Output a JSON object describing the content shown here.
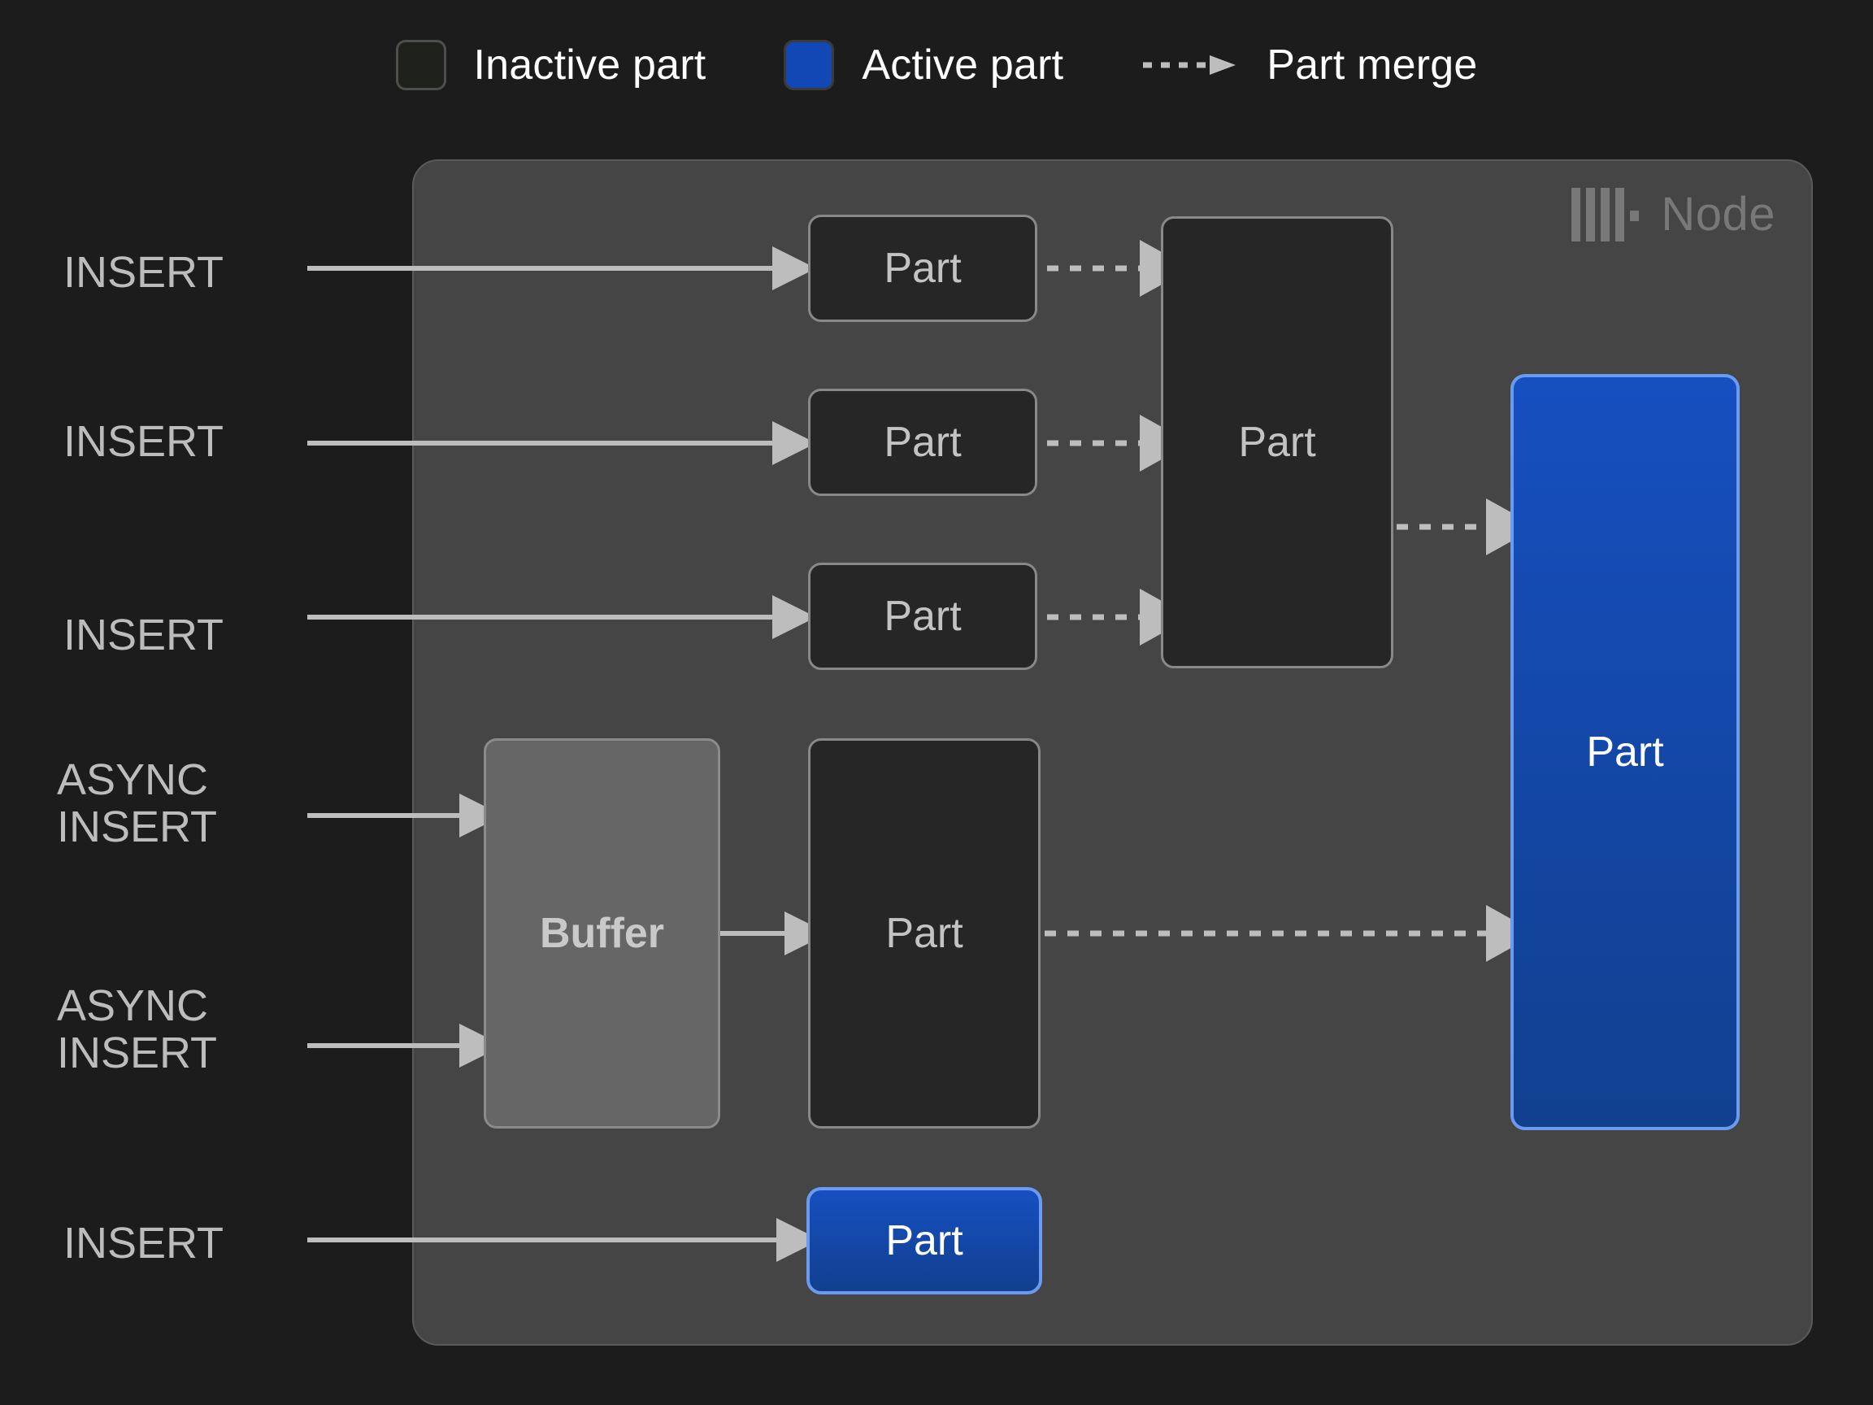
{
  "legend": {
    "items": [
      {
        "icon": "square-outline-icon",
        "label": "Inactive part",
        "color": "#1f211d"
      },
      {
        "icon": "square-filled-icon",
        "label": "Active part",
        "color": "#1248b5"
      },
      {
        "icon": "dashed-arrow-icon",
        "label": "Part merge",
        "color": "#bdbdbd"
      }
    ]
  },
  "node": {
    "title": "Node",
    "logo": "clickhouse-logo-icon",
    "panel_color": "#454545"
  },
  "operations": [
    {
      "id": "insert-1",
      "text": "INSERT"
    },
    {
      "id": "insert-2",
      "text": "INSERT"
    },
    {
      "id": "insert-3",
      "text": "INSERT"
    },
    {
      "id": "async-insert-1",
      "text": "ASYNC\nINSERT"
    },
    {
      "id": "async-insert-2",
      "text": "ASYNC\nINSERT"
    },
    {
      "id": "insert-4",
      "text": "INSERT"
    }
  ],
  "boxes": {
    "part_col1_row1": "Part",
    "part_col1_row2": "Part",
    "part_col1_row3": "Part",
    "part_merged_col2": "Part",
    "buffer": "Buffer",
    "part_buffer_out": "Part",
    "part_active_large": "Part",
    "part_active_small": "Part"
  },
  "colors": {
    "background": "#1c1c1c",
    "panel": "#454545",
    "inactive_part_fill": "#262626",
    "inactive_part_border": "#888888",
    "buffer_fill": "#666666",
    "active_part_fill": "#1248b5",
    "active_part_border": "#6b9bf0",
    "arrow": "#bdbdbd",
    "text_muted": "#bcbcbc",
    "node_label": "#787878"
  }
}
